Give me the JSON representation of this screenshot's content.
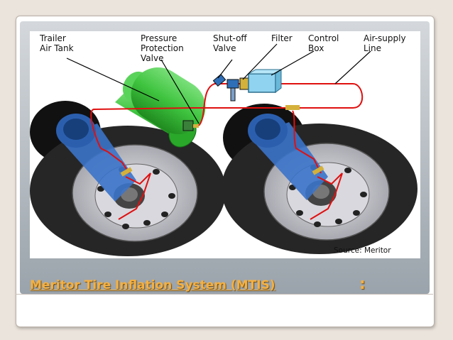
{
  "slide": {
    "caption": "Meritor Tire Inflation System (MTIS)",
    "caption_suffix": ":"
  },
  "diagram": {
    "labels": {
      "trailer_air_tank_l1": "Trailer",
      "trailer_air_tank_l2": "Air Tank",
      "pressure_protection_l1": "Pressure",
      "pressure_protection_l2": "Protection",
      "pressure_protection_l3": "Valve",
      "shutoff_l1": "Shut-off",
      "shutoff_l2": "Valve",
      "filter": "Filter",
      "control_l1": "Control",
      "control_l2": "Box",
      "airsupply_l1": "Air-supply",
      "airsupply_l2": "Line",
      "source": "Source:  Meritor"
    },
    "colors": {
      "tire": "#262626",
      "tire_shadow": "#000000",
      "rim": "#bfbfc6",
      "hub": "#333333",
      "axle": "#3b73c9",
      "tank": "#3fc43f",
      "air_line": "#e01010",
      "valve": "#2f6fb8",
      "control_box": "#8fd3f0",
      "fitting": "#d4b13a"
    }
  }
}
